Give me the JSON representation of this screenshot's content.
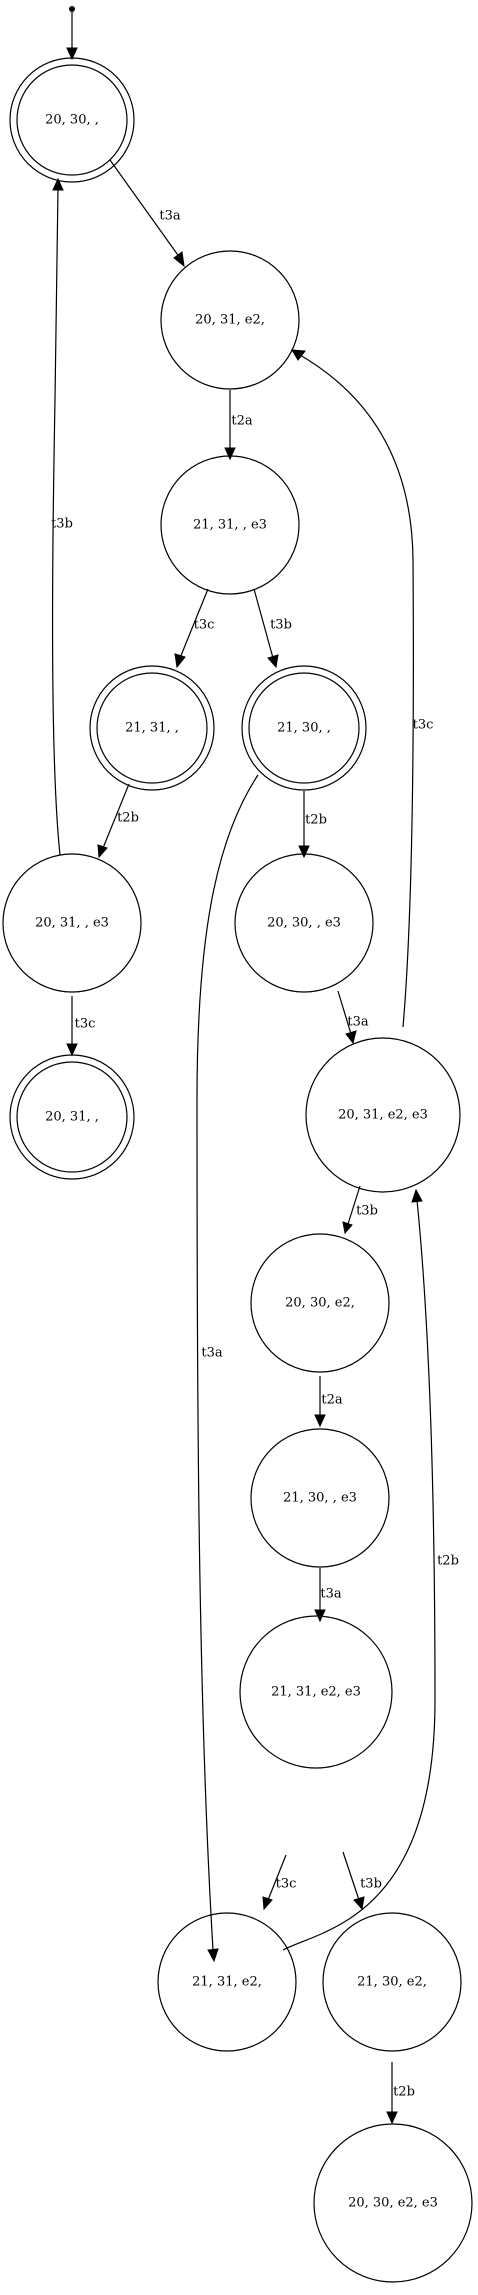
{
  "nodes": [
    {
      "id": "n1",
      "label": "20, 30, ,",
      "accepting": true
    },
    {
      "id": "n2",
      "label": "20, 31, e2,",
      "accepting": false
    },
    {
      "id": "n3",
      "label": "21, 31, , e3",
      "accepting": false
    },
    {
      "id": "n4",
      "label": "21, 31, ,",
      "accepting": true
    },
    {
      "id": "n5",
      "label": "21, 30, ,",
      "accepting": true
    },
    {
      "id": "n6",
      "label": "20, 31, , e3",
      "accepting": false
    },
    {
      "id": "n7",
      "label": "20, 30, , e3",
      "accepting": false
    },
    {
      "id": "n8",
      "label": "20, 31, ,",
      "accepting": true
    },
    {
      "id": "n9",
      "label": "20, 31, e2, e3",
      "accepting": false
    },
    {
      "id": "n10",
      "label": "20, 30, e2,",
      "accepting": false
    },
    {
      "id": "n11",
      "label": "21, 30, , e3",
      "accepting": false
    },
    {
      "id": "n12",
      "label": "21, 31, e2, e3",
      "accepting": false
    },
    {
      "id": "n13",
      "label": "21, 31, e2,",
      "accepting": false
    },
    {
      "id": "n14",
      "label": "21, 30, e2,",
      "accepting": false
    },
    {
      "id": "n15",
      "label": "20, 30, e2, e3",
      "accepting": false
    }
  ],
  "edges": [
    {
      "id": "e-start",
      "from": "start",
      "to": "n1",
      "label": ""
    },
    {
      "id": "e1",
      "from": "n1",
      "to": "n2",
      "label": "t3a"
    },
    {
      "id": "e2",
      "from": "n2",
      "to": "n3",
      "label": "t2a"
    },
    {
      "id": "e3",
      "from": "n3",
      "to": "n4",
      "label": "t3c"
    },
    {
      "id": "e4",
      "from": "n3",
      "to": "n5",
      "label": "t3b"
    },
    {
      "id": "e5",
      "from": "n4",
      "to": "n6",
      "label": "t2b"
    },
    {
      "id": "e6",
      "from": "n6",
      "to": "n1",
      "label": "t3b"
    },
    {
      "id": "e7",
      "from": "n6",
      "to": "n8",
      "label": "t3c"
    },
    {
      "id": "e8",
      "from": "n5",
      "to": "n7",
      "label": "t2b"
    },
    {
      "id": "e9",
      "from": "n5",
      "to": "n13",
      "label": "t3a"
    },
    {
      "id": "e10",
      "from": "n7",
      "to": "n9",
      "label": "t3a"
    },
    {
      "id": "e11",
      "from": "n9",
      "to": "n2",
      "label": "t3c"
    },
    {
      "id": "e12",
      "from": "n9",
      "to": "n10",
      "label": "t3b"
    },
    {
      "id": "e13",
      "from": "n10",
      "to": "n11",
      "label": "t2a"
    },
    {
      "id": "e14",
      "from": "n11",
      "to": "n12",
      "label": "t3a"
    },
    {
      "id": "e15",
      "from": "n12",
      "to": "n13",
      "label": "t3c"
    },
    {
      "id": "e16",
      "from": "n12",
      "to": "n14",
      "label": "t3b"
    },
    {
      "id": "e17",
      "from": "n13",
      "to": "n9",
      "label": "t2b"
    },
    {
      "id": "e18",
      "from": "n14",
      "to": "n15",
      "label": "t2b"
    }
  ]
}
